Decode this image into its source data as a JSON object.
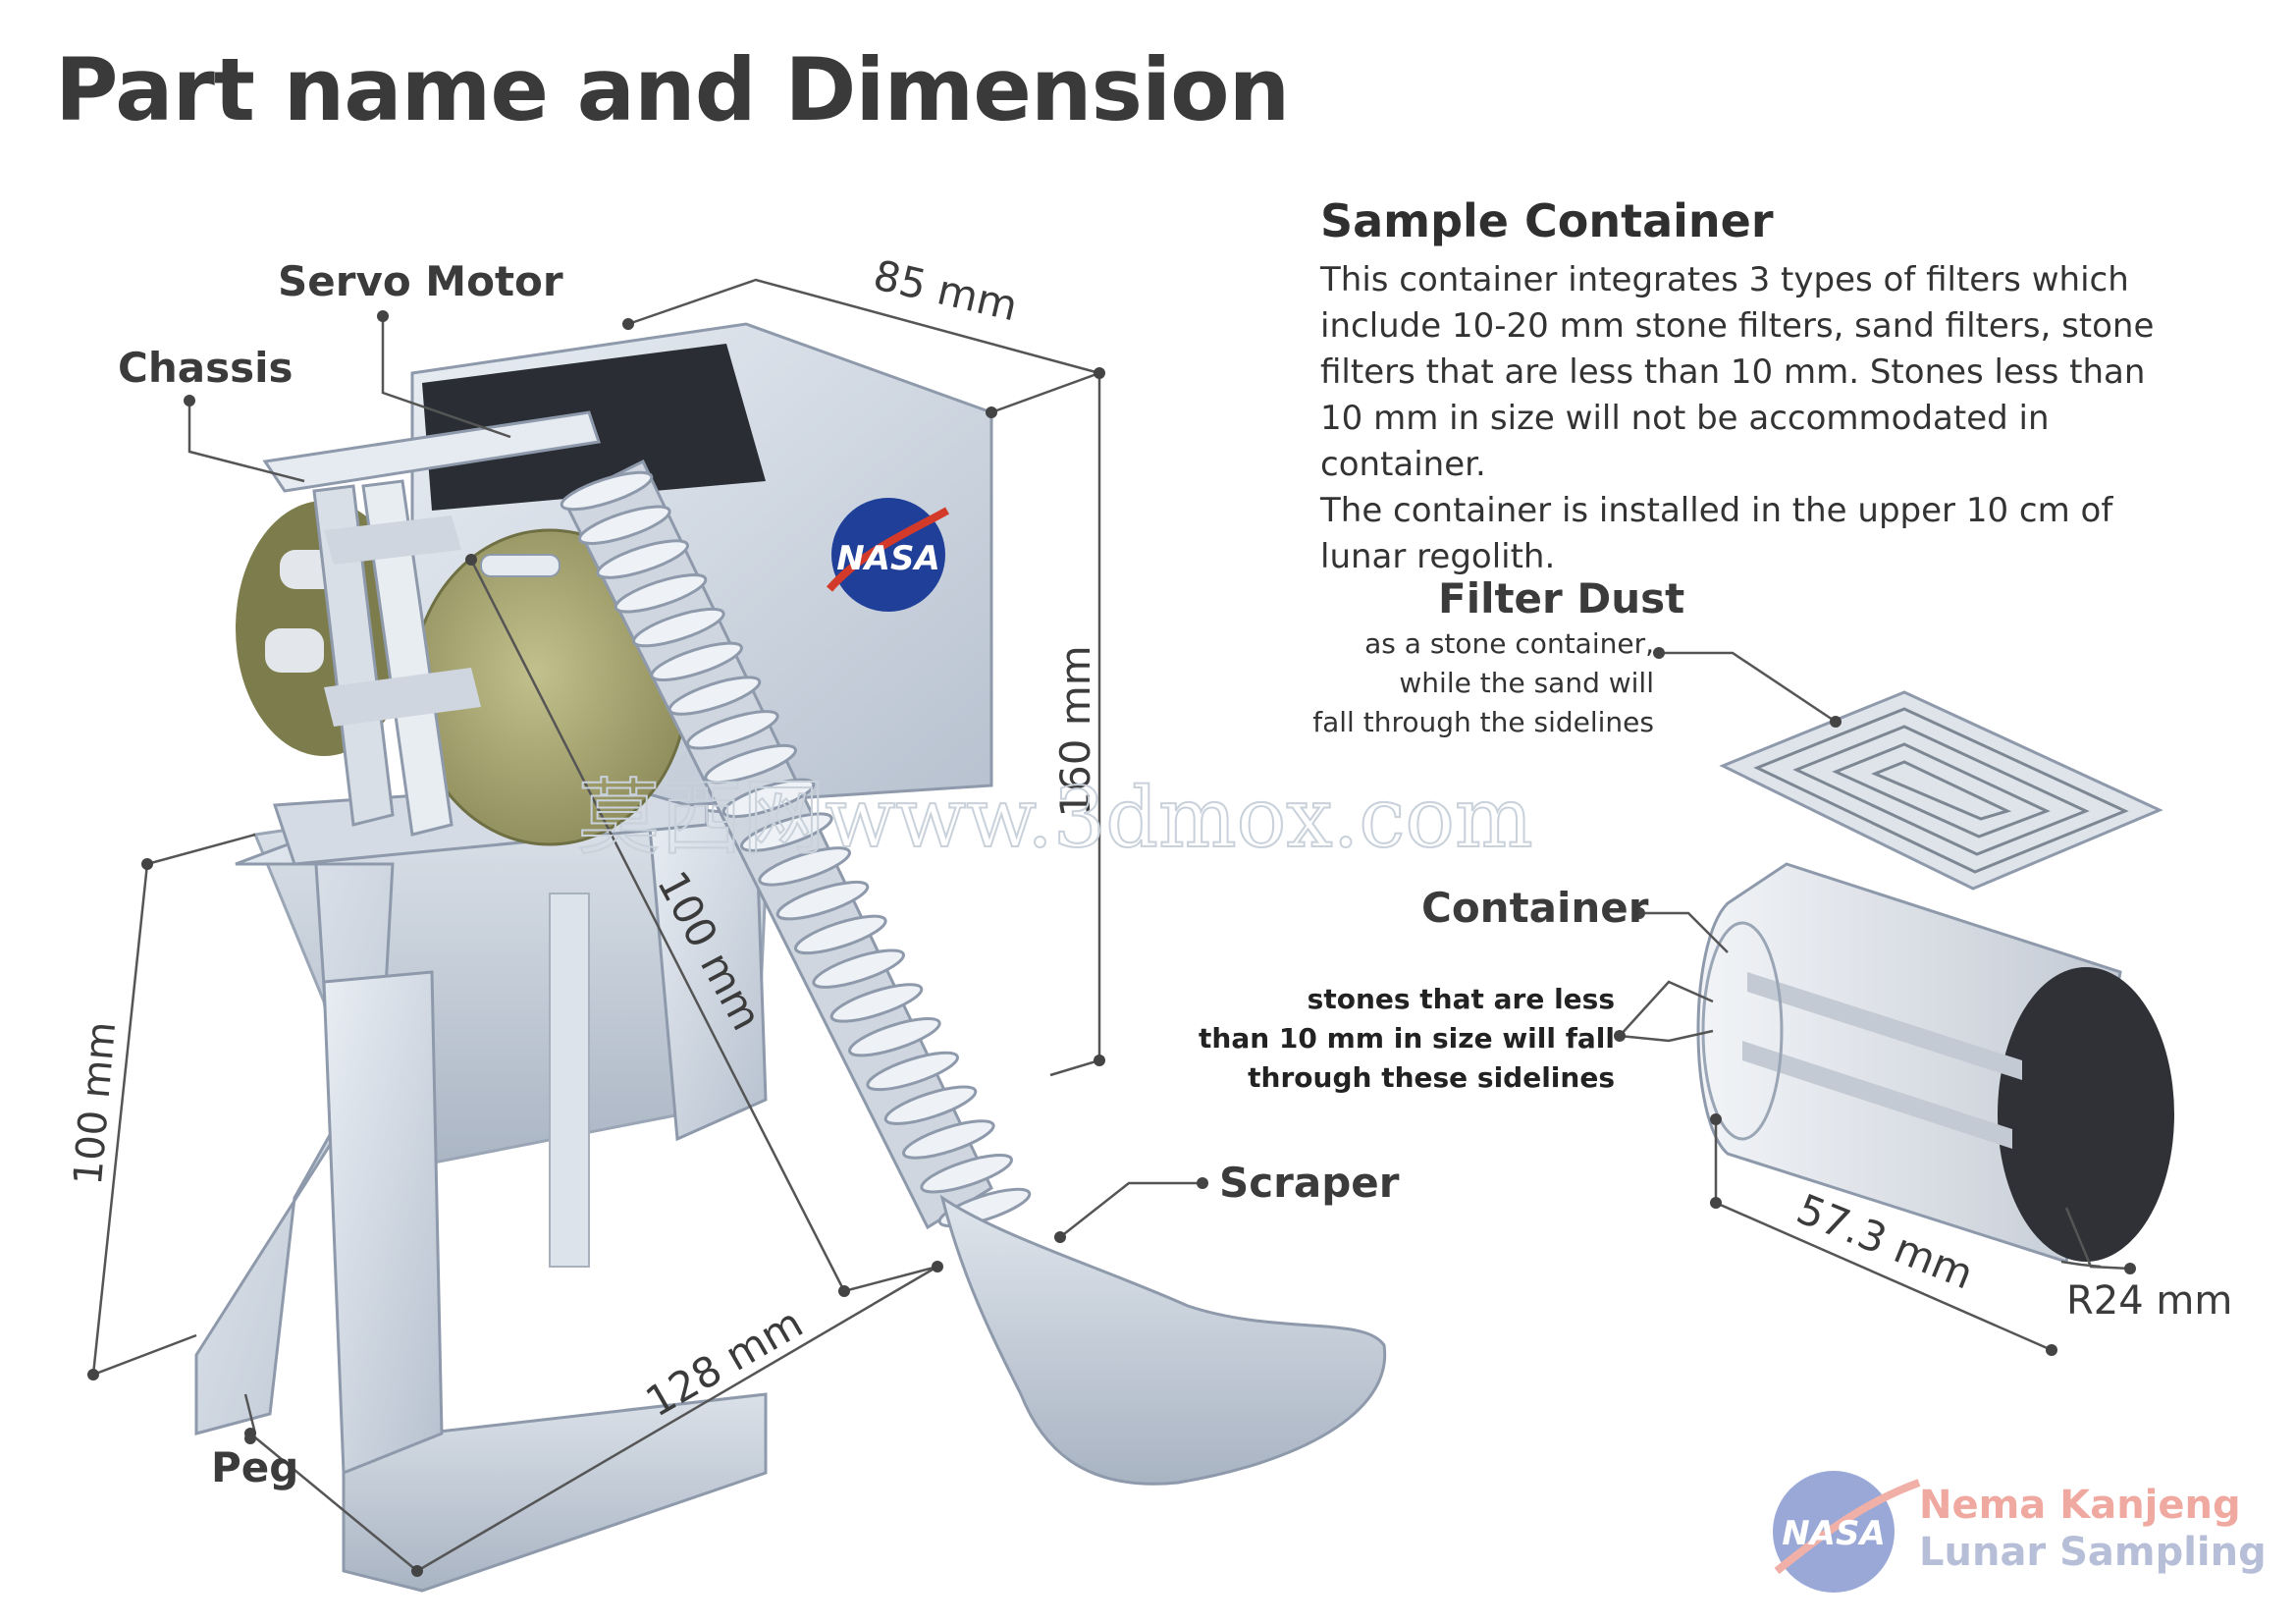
{
  "title": "Part name and Dimension",
  "labels": {
    "servo_motor": "Servo Motor",
    "chassis": "Chassis",
    "scraper": "Scraper",
    "peg": "Peg",
    "filter_dust": "Filter Dust",
    "container": "Container"
  },
  "dimensions": {
    "width": "85 mm",
    "height": "160 mm",
    "shaft": "100 mm",
    "leg": "100 mm",
    "base": "128 mm",
    "container_length": "57.3 mm",
    "container_radius": "R24 mm"
  },
  "sample_container": {
    "title": "Sample Container",
    "lines": [
      "This container integrates 3 types of filters which",
      "include 10-20 mm stone filters, sand filters, stone",
      "filters that are less than 10 mm. Stones less than",
      "10 mm in size will not be accommodated in container.",
      "The container is installed in the upper 10 cm of",
      "lunar regolith."
    ]
  },
  "filter_dust_note": [
    "as a stone container,",
    "while the sand will",
    "fall through the sidelines"
  ],
  "container_note": [
    "stones that are less",
    "than 10 mm in size will fall",
    "through these sidelines"
  ],
  "logo_text": "NASA",
  "watermark": "莫西网www.3dmox.com",
  "brand": {
    "line1": "Nema Kanjeng",
    "line2": "Lunar Sampling"
  },
  "colors": {
    "metal": "#c9d2de",
    "metal_dark": "#8f9aa8",
    "olive": "#a8a873",
    "nasa_blue": "#1f3f99",
    "nasa_red": "#d43a2a"
  }
}
